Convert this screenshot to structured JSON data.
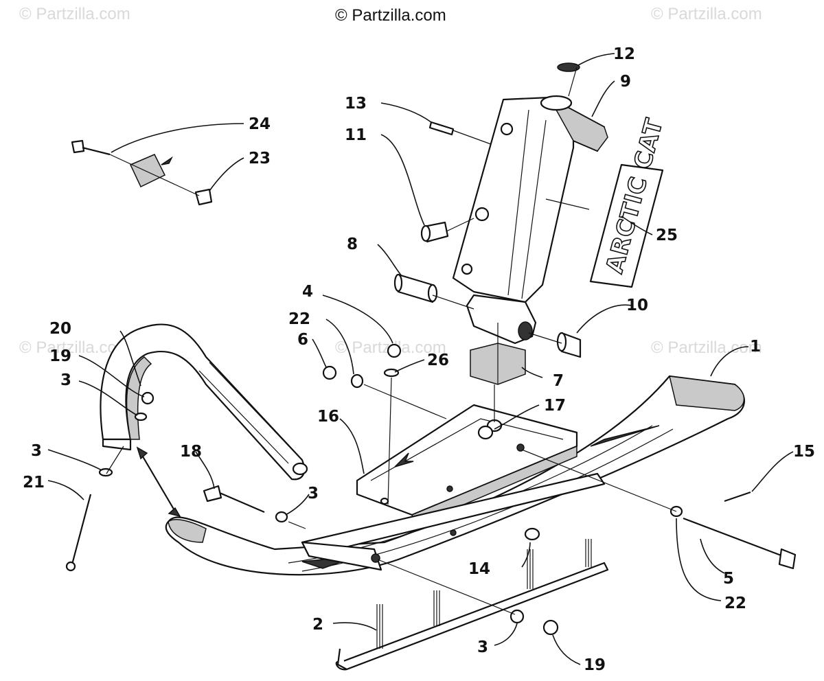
{
  "copyright": "© Partzilla.com",
  "watermark": "© Partzilla.com",
  "decal_text": "ARCTIC CAT",
  "callouts": {
    "c1": "1",
    "c2": "2",
    "c3a": "3",
    "c3b": "3",
    "c3c": "3",
    "c3d": "3",
    "c4": "4",
    "c5": "5",
    "c6": "6",
    "c7": "7",
    "c8": "8",
    "c9": "9",
    "c10": "10",
    "c11": "11",
    "c12": "12",
    "c13": "13",
    "c14": "14",
    "c15": "15",
    "c16": "16",
    "c17": "17",
    "c18": "18",
    "c19a": "19",
    "c19b": "19",
    "c20": "20",
    "c21": "21",
    "c22a": "22",
    "c22b": "22",
    "c23": "23",
    "c24": "24",
    "c25": "25",
    "c26": "26"
  }
}
